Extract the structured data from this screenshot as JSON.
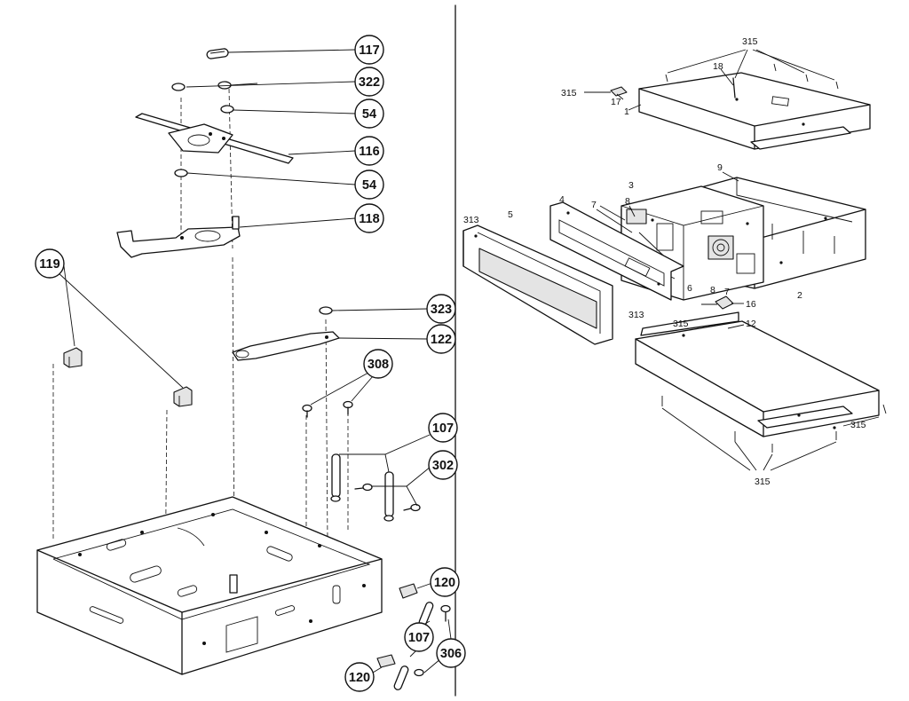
{
  "left_callouts": {
    "c117": "117",
    "c322": "322",
    "c54a": "54",
    "c116": "116",
    "c54b": "54",
    "c118": "118",
    "c119": "119",
    "c323": "323",
    "c122": "122",
    "c308": "308",
    "c107a": "107",
    "c302": "302",
    "c120a": "120",
    "c107b": "107",
    "c306": "306",
    "c120b": "120"
  },
  "right_labels": {
    "l315_top": "315",
    "l315_left": "315",
    "l18": "18",
    "l17": "17",
    "l1": "1",
    "l9": "9",
    "l3": "3",
    "l8a": "8",
    "l7a": "7",
    "l4": "4",
    "l5": "5",
    "l313a": "313",
    "l313b": "313",
    "l6": "6",
    "l8b": "8",
    "l7b": "7",
    "l2": "2",
    "l16": "16",
    "l315_mid": "315",
    "l12": "12",
    "l315_right": "315",
    "l315_bottom": "315"
  }
}
